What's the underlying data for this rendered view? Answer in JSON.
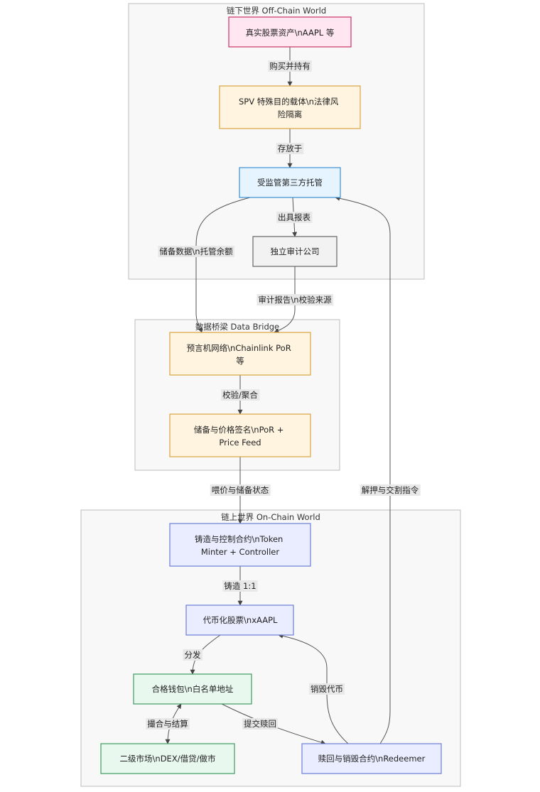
{
  "colors": {
    "offchain_asset_fill": "#ffe6f0",
    "offchain_asset_stroke": "#cc3366",
    "legal_fill": "#fff4e0",
    "legal_stroke": "#d9a441",
    "custody_fill": "#e6f4ff",
    "custody_stroke": "#3b8fd1",
    "audit_fill": "#f2f2f2",
    "audit_stroke": "#666666",
    "onchain_fill": "#eaedff",
    "onchain_stroke": "#6b7fd6",
    "wallet_fill": "#e8f8ee",
    "wallet_stroke": "#3e9b62"
  },
  "clusters": {
    "offchain": "链下世界 Off-Chain World",
    "bridge": "数据桥梁 Data Bridge",
    "onchain": "链上世界 On-Chain World"
  },
  "nodes": {
    "asset": [
      "真实股票资产\\nAAPL 等"
    ],
    "spv": [
      "SPV 特殊目的载体\\n法律风",
      "险隔离"
    ],
    "custody": [
      "受监管第三方托管"
    ],
    "auditor": [
      "独立审计公司"
    ],
    "oracle": [
      "预言机网络\\nChainlink PoR",
      "等"
    ],
    "feed": [
      "储备与价格签名\\nPoR +",
      "Price Feed"
    ],
    "minter": [
      "铸造与控制合约\\nToken",
      "Minter + Controller"
    ],
    "token": [
      "代币化股票\\nxAAPL"
    ],
    "wallet": [
      "合格钱包\\n白名单地址"
    ],
    "market": [
      "二级市场\\nDEX/借贷/做市"
    ],
    "redeemer": [
      "赎回与销毁合约\\nRedeemer"
    ]
  },
  "edges": {
    "buy_hold": "购买并持有",
    "deposit": "存放于",
    "report": "出具报表",
    "reserve_data": "储备数据\\n托管余额",
    "audit_report": "审计报告\\n校验来源",
    "verify": "校验/聚合",
    "feed_state": "喂价与储备状态",
    "mint": "铸造 1:1",
    "distribute": "分发",
    "match": "撮合与结算",
    "submit_redeem": "提交赎回",
    "burn": "销毁代币",
    "release": "解押与交割指令"
  }
}
